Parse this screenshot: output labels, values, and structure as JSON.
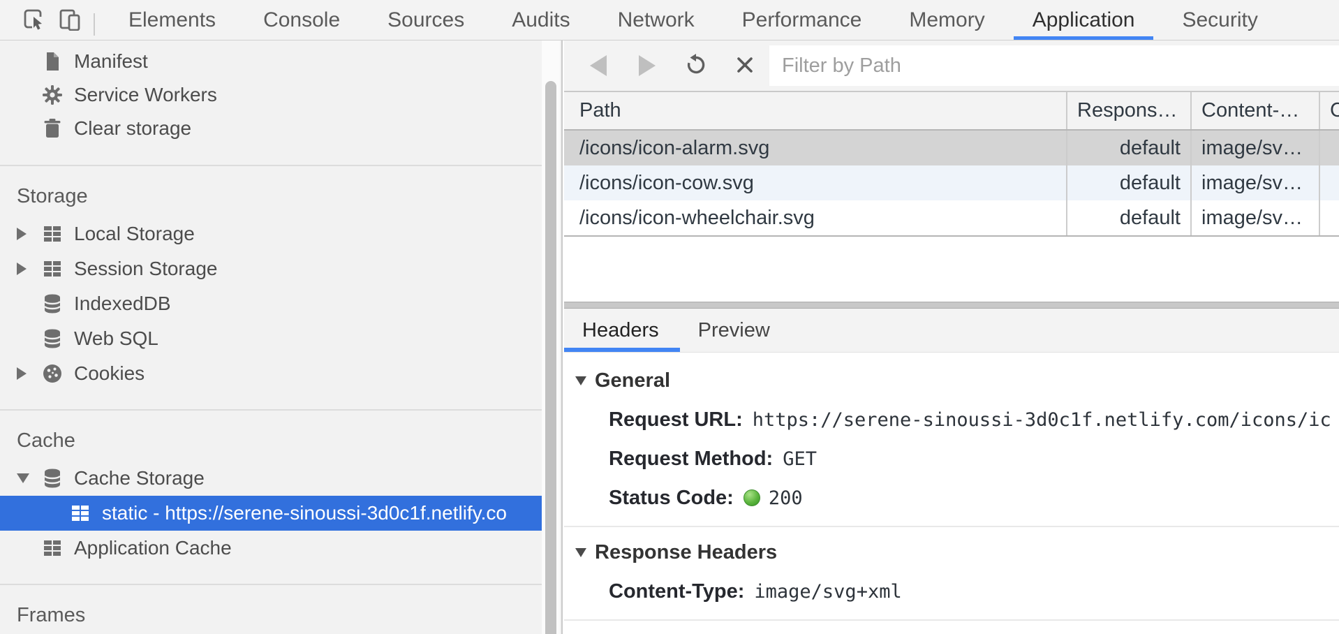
{
  "main_tabs": [
    {
      "label": "Elements",
      "active": false
    },
    {
      "label": "Console",
      "active": false
    },
    {
      "label": "Sources",
      "active": false
    },
    {
      "label": "Audits",
      "active": false
    },
    {
      "label": "Network",
      "active": false
    },
    {
      "label": "Performance",
      "active": false
    },
    {
      "label": "Memory",
      "active": false
    },
    {
      "label": "Application",
      "active": true
    },
    {
      "label": "Security",
      "active": false
    }
  ],
  "sidebar": {
    "top_items": [
      {
        "label": "Manifest",
        "icon": "document-icon"
      },
      {
        "label": "Service Workers",
        "icon": "gear-icon"
      },
      {
        "label": "Clear storage",
        "icon": "trash-icon"
      }
    ],
    "sections": [
      {
        "title": "Storage",
        "items": [
          {
            "label": "Local Storage",
            "icon": "table-icon",
            "expander": "collapsed"
          },
          {
            "label": "Session Storage",
            "icon": "table-icon",
            "expander": "collapsed"
          },
          {
            "label": "IndexedDB",
            "icon": "database-icon",
            "expander": "none"
          },
          {
            "label": "Web SQL",
            "icon": "database-icon",
            "expander": "none"
          },
          {
            "label": "Cookies",
            "icon": "cookie-icon",
            "expander": "collapsed"
          }
        ]
      },
      {
        "title": "Cache",
        "items": [
          {
            "label": "Cache Storage",
            "icon": "database-icon",
            "expander": "expanded"
          },
          {
            "label": "static - https://serene-sinoussi-3d0c1f.netlify.co",
            "icon": "table-icon",
            "selected": true
          },
          {
            "label": "Application Cache",
            "icon": "table-icon",
            "expander": "none"
          }
        ]
      },
      {
        "title": "Frames",
        "items": []
      }
    ]
  },
  "network_toolbar": {
    "filter_placeholder": "Filter by Path"
  },
  "cache_table": {
    "columns": [
      "Path",
      "Respons…",
      "Content-…",
      "C"
    ],
    "rows": [
      {
        "path": "/icons/icon-alarm.svg",
        "response_type": "default",
        "content_type": "image/sv…",
        "selected": true
      },
      {
        "path": "/icons/icon-cow.svg",
        "response_type": "default",
        "content_type": "image/sv…",
        "selected": false
      },
      {
        "path": "/icons/icon-wheelchair.svg",
        "response_type": "default",
        "content_type": "image/sv…",
        "selected": false
      }
    ]
  },
  "detail_tabs": [
    {
      "label": "Headers",
      "active": true
    },
    {
      "label": "Preview",
      "active": false
    }
  ],
  "headers_pane": {
    "general": {
      "title": "General",
      "request_url_label": "Request URL:",
      "request_url": "https://serene-sinoussi-3d0c1f.netlify.com/icons/ic",
      "request_method_label": "Request Method:",
      "request_method": "GET",
      "status_code_label": "Status Code:",
      "status_code": "200"
    },
    "response_headers": {
      "title": "Response Headers",
      "content_type_label": "Content-Type:",
      "content_type": "image/svg+xml"
    }
  },
  "colors": {
    "selection_blue": "#3270dd",
    "tab_underline_blue": "#4285f4",
    "status_green": "#4caf50",
    "selected_row_gray": "#d4d4d4",
    "alt_row_blue": "#eff4fa"
  }
}
